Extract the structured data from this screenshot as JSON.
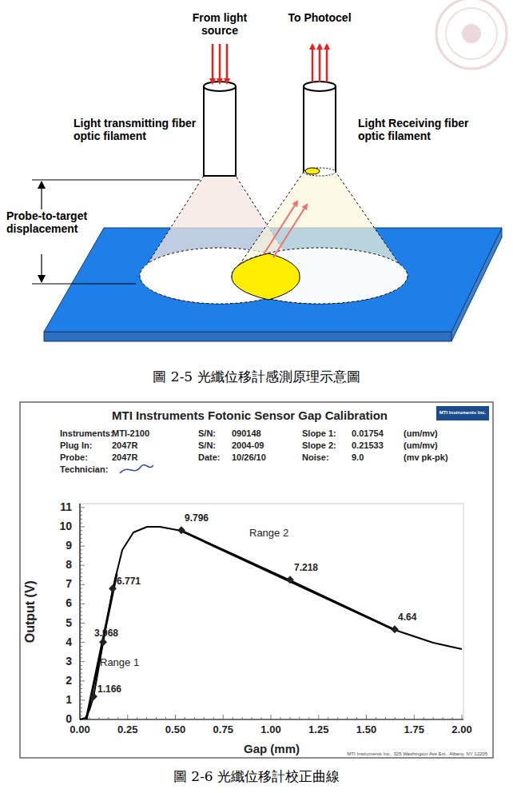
{
  "diagram": {
    "labels": [
      "From light source",
      "To Photocel",
      "Light transmitting fiber optic filament",
      "Light Receiving fiber optic filament",
      "Probe-to-target displacement",
      "圖 2-5 光纖位移計感測原理示意圖",
      "MTI Instruments Fotonic Sensor Gap Calibration",
      "MTI Instruments Inc.",
      "Instruments:",
      "MTI-2100",
      "S/N:",
      "090148",
      "Slope 1:",
      "0.01754",
      "(um/mv)",
      "Plug In:",
      "2047R",
      "S/N:",
      "2004-09",
      "Slope 2:",
      "0.21533",
      "(um/mv)",
      "Probe:",
      "2047R",
      "Date:",
      "10/26/10",
      "Noise:",
      "9.0",
      "(mv pk-pk)",
      "Technician:",
      "Output (V)",
      "Gap (mm)",
      "0",
      "1",
      "2",
      "3",
      "4",
      "5",
      "6",
      "7",
      "8",
      "9",
      "10",
      "11",
      "0.00",
      "0.25",
      "0.50",
      "0.75",
      "1.00",
      "1.25",
      "1.50",
      "1.75",
      "2.00",
      "9.796",
      "6.771",
      "3.968",
      "1.166",
      "7.218",
      "4.64",
      "Range 1",
      "Range 2",
      "MTI Instruments Inc., 325 Washington Ave Ext., Albany, NY 12205",
      "圖 2-6 光纖位移計校正曲線"
    ]
  }
}
